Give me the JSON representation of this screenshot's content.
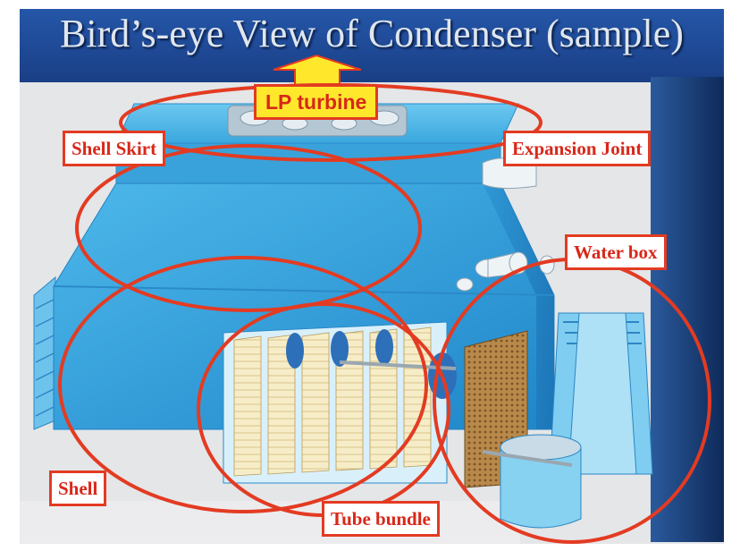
{
  "title": "Bird’s-eye View of Condenser (sample)",
  "labels": {
    "lp_turbine": "LP turbine",
    "shell_skirt": "Shell Skirt",
    "expansion_joint": "Expansion Joint",
    "water_box": "Water box",
    "shell": "Shell",
    "tube_bundle": "Tube bundle"
  },
  "colors": {
    "title_bg": "#1f4a96",
    "highlight_red": "#e33b22",
    "label_text": "#d8281a",
    "lp_label_bg": "#ffe82b",
    "condenser_blue": "#3aa7de"
  }
}
